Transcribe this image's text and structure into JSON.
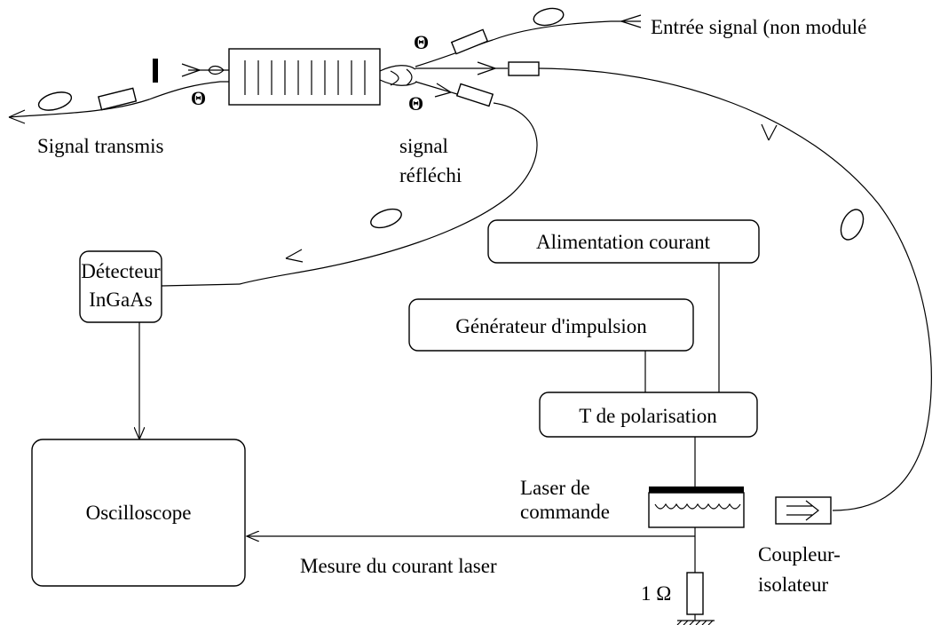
{
  "labels": {
    "input_signal": "Entrée signal (non modulé",
    "transmitted_signal": "Signal transmis",
    "reflected_signal_1": "signal",
    "reflected_signal_2": "réfléchi",
    "theta": "Θ",
    "detector_1": "Détecteur",
    "detector_2": "InGaAs",
    "oscilloscope": "Oscilloscope",
    "power_supply": "Alimentation courant",
    "pulse_generator": "Générateur d'impulsion",
    "bias_tee": "T de polarisation",
    "control_laser_1": "Laser de",
    "control_laser_2": "commande",
    "laser_current": "Mesure du courant laser",
    "coupler_1": "Coupleur-",
    "coupler_2": "isolateur",
    "resistor": "1 Ω"
  }
}
